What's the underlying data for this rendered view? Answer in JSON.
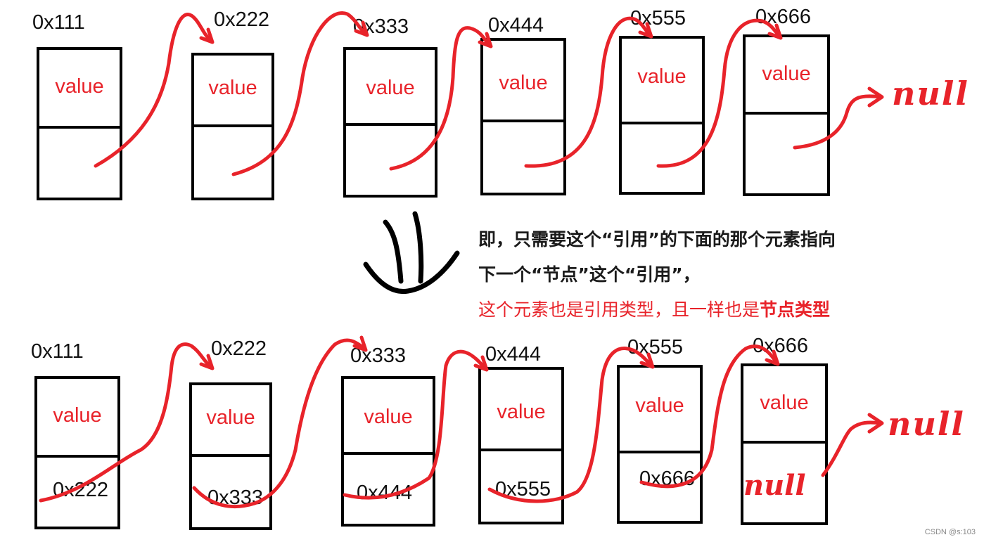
{
  "top_row": {
    "nodes": [
      {
        "address": "0x111",
        "value": "value"
      },
      {
        "address": "0x222",
        "value": "value"
      },
      {
        "address": "0x333",
        "value": "value"
      },
      {
        "address": "0x444",
        "value": "value"
      },
      {
        "address": "0x555",
        "value": "value"
      },
      {
        "address": "0x666",
        "value": "value"
      }
    ],
    "tail": "null"
  },
  "bottom_row": {
    "nodes": [
      {
        "address": "0x111",
        "value": "value",
        "next": "0x222"
      },
      {
        "address": "0x222",
        "value": "value",
        "next": "0x333"
      },
      {
        "address": "0x333",
        "value": "value",
        "next": "0x444"
      },
      {
        "address": "0x444",
        "value": "value",
        "next": "0x555"
      },
      {
        "address": "0x555",
        "value": "value",
        "next": "0x666"
      },
      {
        "address": "0x666",
        "value": "value",
        "next": "null"
      }
    ],
    "tail": "null"
  },
  "explanation": {
    "line1": "即，只需要这个“引用”的下面的那个元素指向",
    "line2": "下一个“节点”这个“引用”，",
    "line3_plain": "这个元素也是引用类型，且一样也是",
    "line3_bold": "节点类型"
  },
  "watermark": "CSDN @s:103",
  "colors": {
    "ink": "#000000",
    "annotation_red": "#e8232a",
    "text": "#1a1a1a"
  }
}
